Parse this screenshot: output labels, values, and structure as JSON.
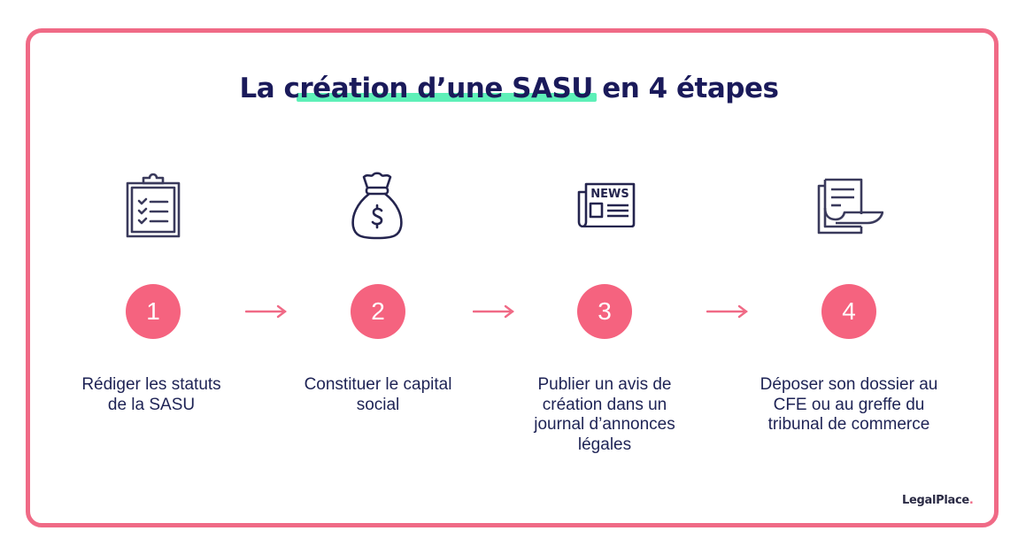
{
  "title": {
    "before": "La ",
    "highlight": "création d’une SASU",
    "after": " en 4 étapes"
  },
  "colors": {
    "border": "#f06a86",
    "circle": "#f5637f",
    "highlight": "#5ef0b8",
    "title_text": "#1a1a5a",
    "icon_stroke": "#3a3a5c"
  },
  "steps": [
    {
      "number": "1",
      "icon": "clipboard-checklist-icon",
      "label_lines": [
        "Rédiger les statuts",
        "de la SASU"
      ]
    },
    {
      "number": "2",
      "icon": "money-bag-icon",
      "label_lines": [
        "Constituer le capital",
        "social"
      ]
    },
    {
      "number": "3",
      "icon": "newspaper-icon",
      "icon_text": "NEWS",
      "label_lines": [
        "Publier un avis de",
        "création dans un",
        "journal d’annonces",
        "légales"
      ]
    },
    {
      "number": "4",
      "icon": "document-stack-icon",
      "label_lines": [
        "Déposer son dossier au",
        "CFE ou au greffe du",
        "tribunal de commerce"
      ]
    }
  ],
  "arrows": [
    "→",
    "→",
    "→"
  ],
  "logo": {
    "text": "LegalPlace",
    "dot": "."
  }
}
